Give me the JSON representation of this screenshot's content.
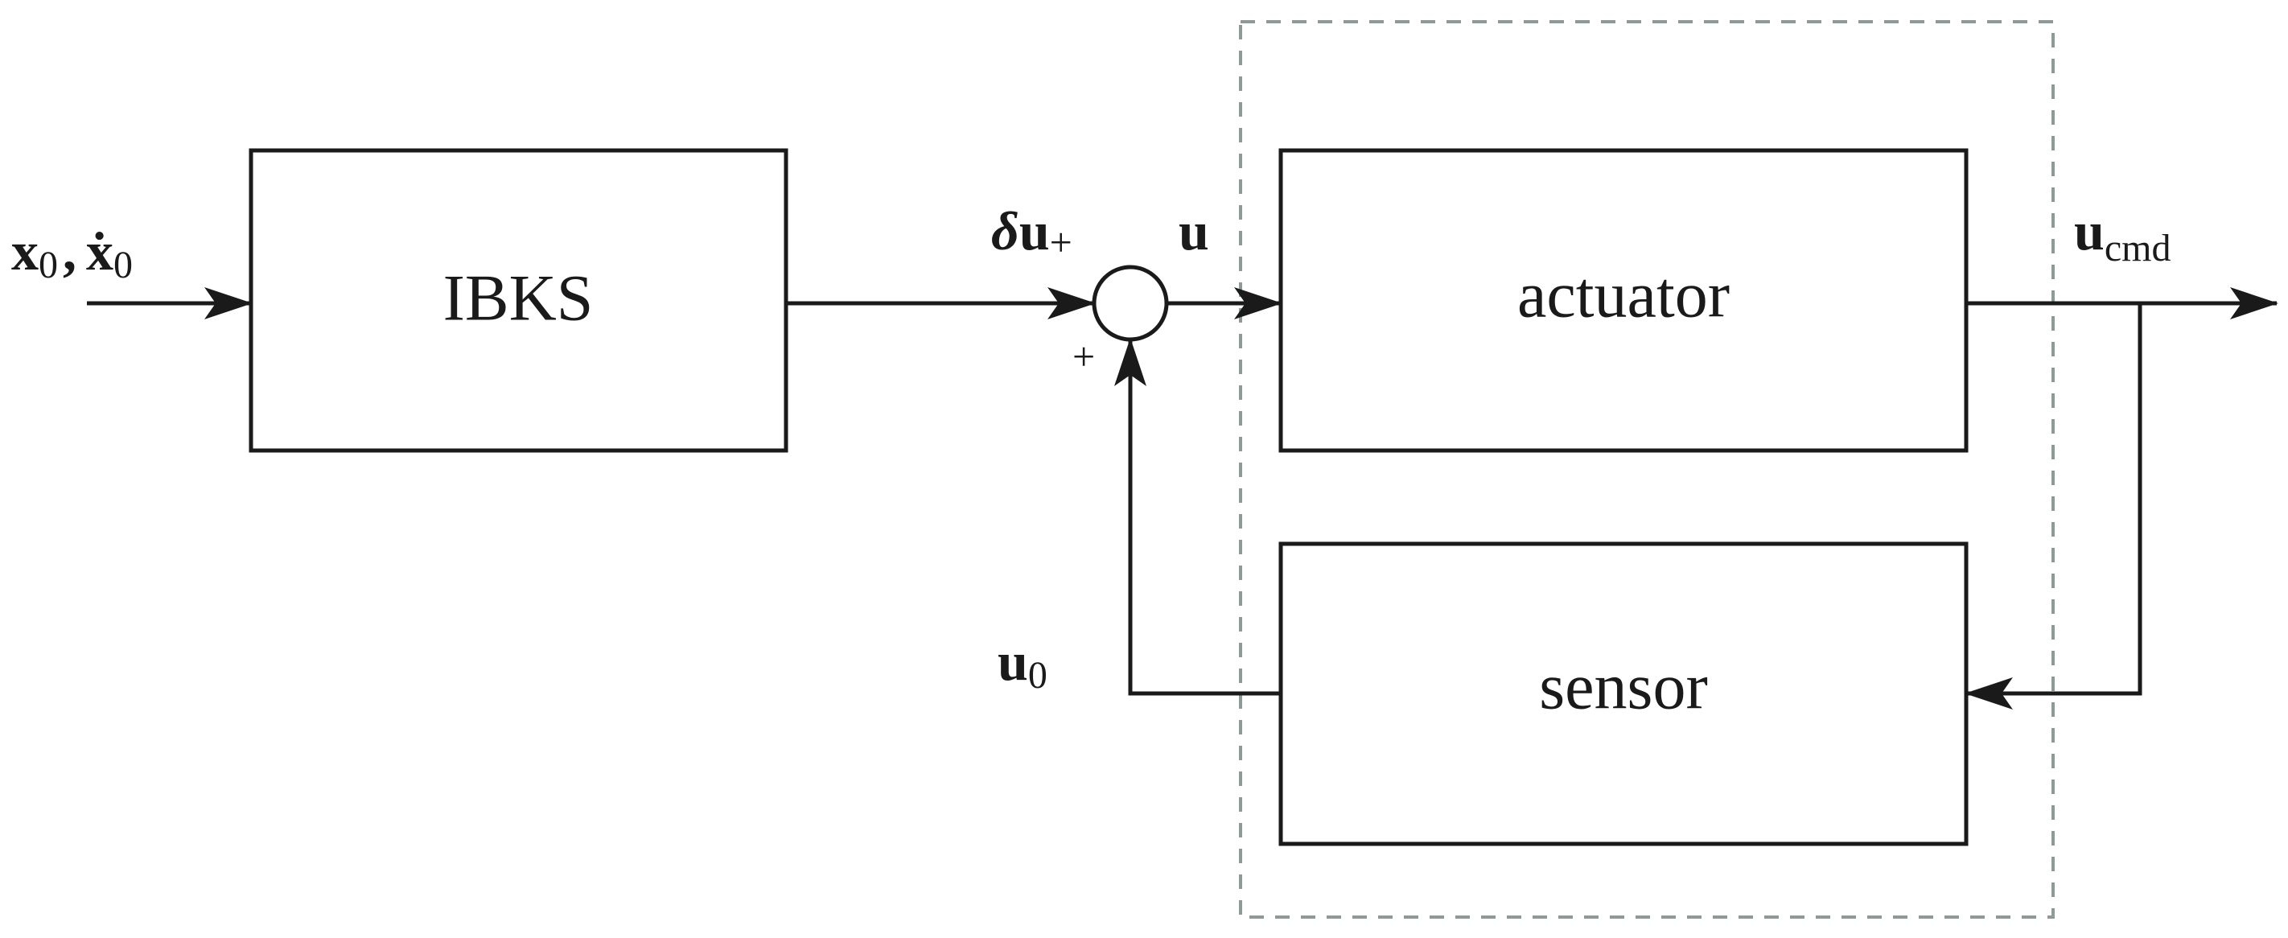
{
  "blocks": {
    "controller": "IBKS",
    "actuator": "actuator",
    "sensor": "sensor"
  },
  "signals": {
    "input": {
      "x_symbol": "x",
      "x_sub": "0",
      "separator": ",",
      "xdot_symbol": "ẋ",
      "xdot_sub": "0"
    },
    "increment": {
      "delta": "δ",
      "symbol": "u",
      "sign": "+"
    },
    "control": "u",
    "command": {
      "symbol": "u",
      "sub": "cmd"
    },
    "measured": {
      "symbol": "u",
      "sub": "0"
    },
    "feedback_sign": "+"
  }
}
